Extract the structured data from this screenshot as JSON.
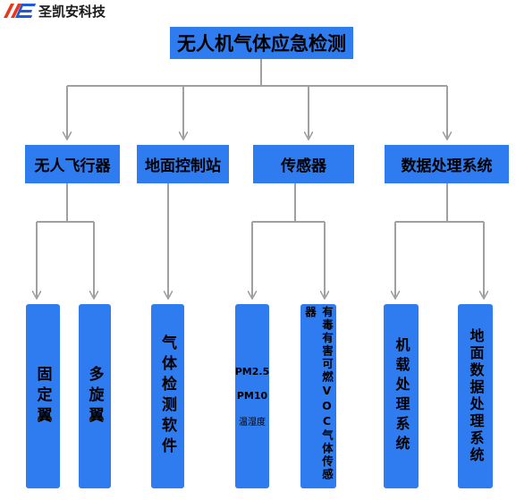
{
  "logo": {
    "mark": "NE",
    "text": "圣凯安科技"
  },
  "root": {
    "label": "无人机气体应急检测"
  },
  "branches": [
    {
      "label": "无人飞行器"
    },
    {
      "label": "地面控制站"
    },
    {
      "label": "传感器"
    },
    {
      "label": "数据处理系统"
    }
  ],
  "leaves": [
    {
      "label": "固定翼"
    },
    {
      "label": "多旋翼"
    },
    {
      "label": "气体检测软件"
    },
    {
      "lines": [
        "PM2.5",
        "PM10",
        "温湿度"
      ]
    },
    {
      "label": "有毒有害可燃VOC气体传感器"
    },
    {
      "label": "机载处理系统"
    },
    {
      "label": "地面数据处理系统"
    }
  ],
  "colors": {
    "box": "#2f7cf0",
    "connector": "#a0a0a0",
    "logo_red": "#e8381b",
    "logo_blue": "#1e5bd6"
  }
}
